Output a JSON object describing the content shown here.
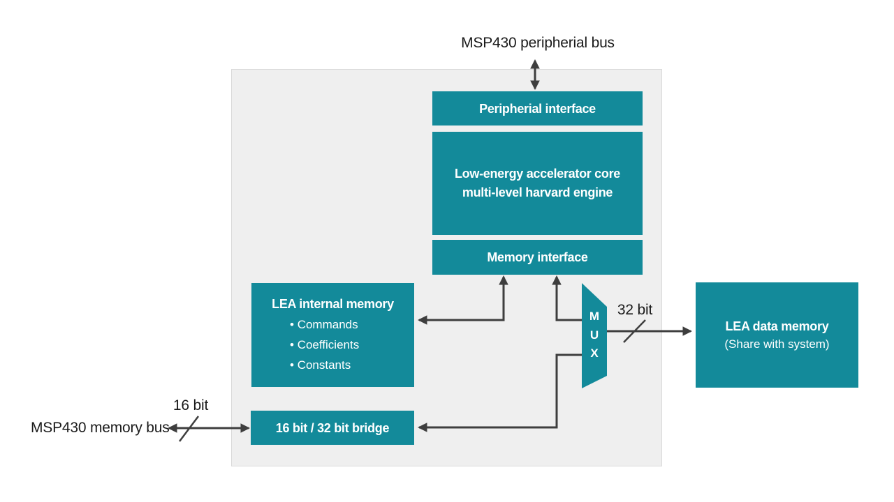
{
  "colors": {
    "teal": "#138a9a",
    "arrow": "#3e3e3e",
    "panel_fill": "#efefef",
    "panel_border": "#dadada",
    "label_text": "#1a1a1a",
    "box_text": "#ffffff"
  },
  "labels": {
    "peripheral_bus": "MSP430 peripherial bus",
    "memory_bus": "MSP430 memory bus",
    "bus32": "32 bit",
    "bus16": "16 bit"
  },
  "blocks": {
    "peripheral_interface": {
      "title": "Peripherial interface"
    },
    "accelerator_core": {
      "line1": "Low-energy accelerator core",
      "line2": "multi-level harvard engine"
    },
    "memory_interface": {
      "title": "Memory interface"
    },
    "internal_memory": {
      "title": "LEA internal memory",
      "items": [
        "Commands",
        "Coefficients",
        "Constants"
      ]
    },
    "bridge": {
      "title": "16 bit / 32 bit bridge"
    },
    "data_memory": {
      "title": "LEA data memory",
      "subtitle": "(Share with system)"
    },
    "mux": {
      "letters": [
        "M",
        "U",
        "X"
      ]
    }
  }
}
